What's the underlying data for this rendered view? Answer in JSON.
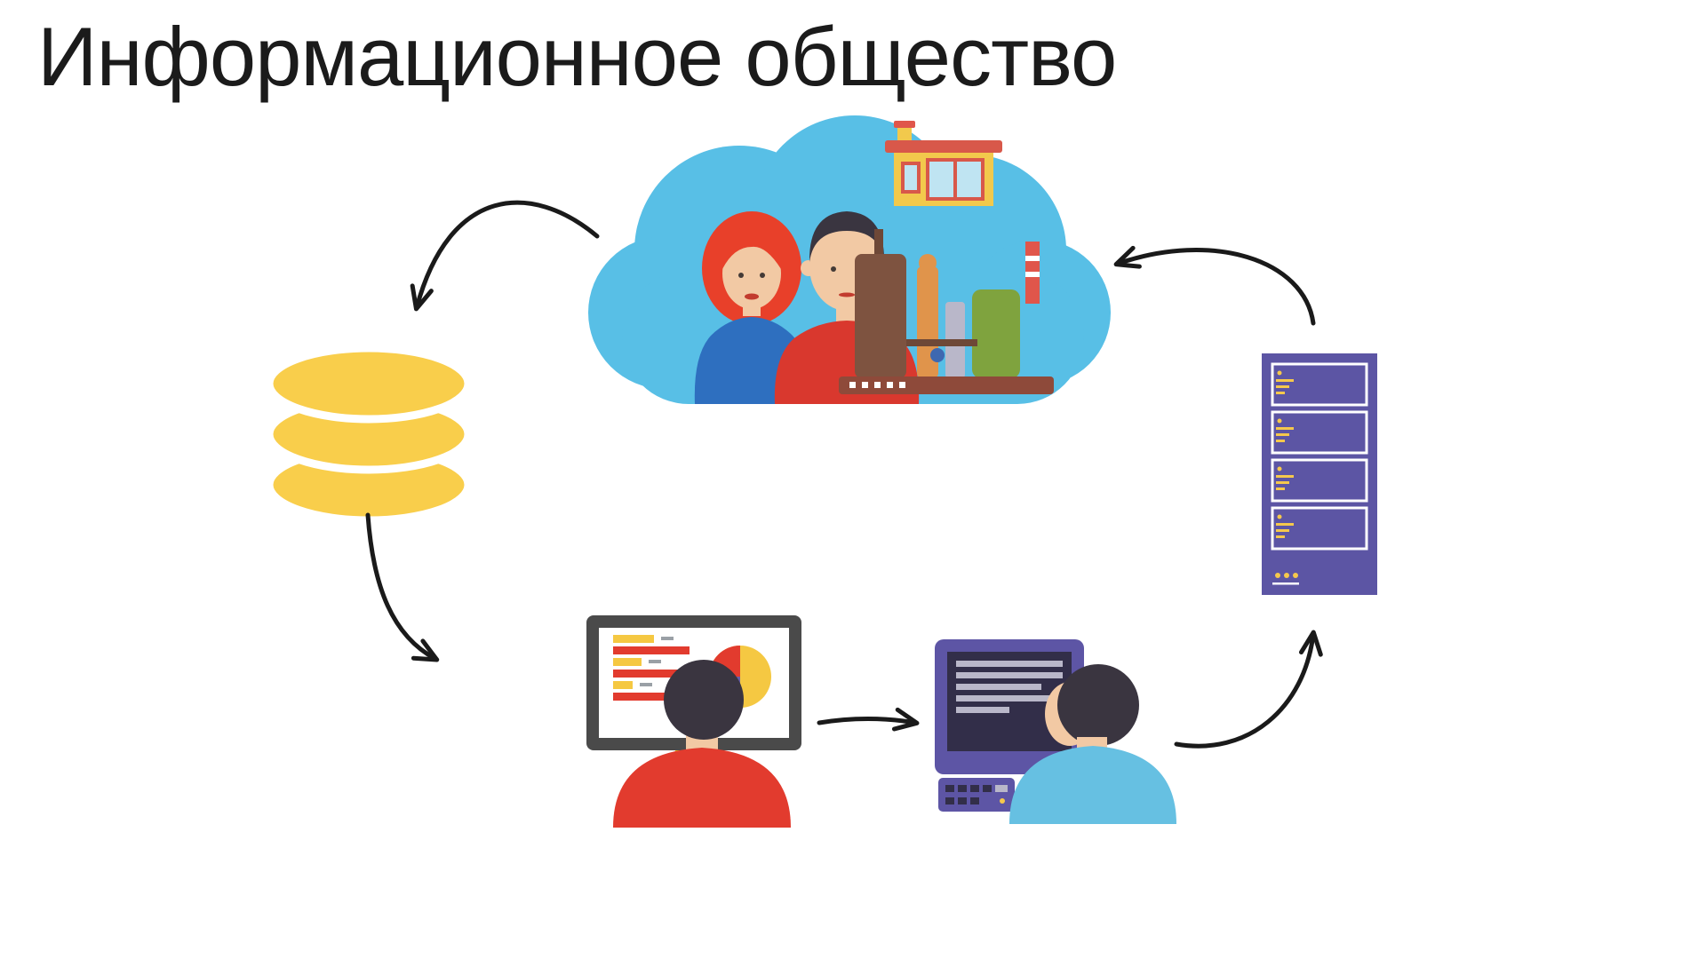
{
  "slide": {
    "title": "Информационное общество"
  },
  "diagram": {
    "type": "cycle",
    "nodes": [
      {
        "id": "society-cloud",
        "icon": "society-cloud-icon"
      },
      {
        "id": "database",
        "icon": "database-icon"
      },
      {
        "id": "analyst-workstation",
        "icon": "analyst-monitor-icon"
      },
      {
        "id": "operator-terminal",
        "icon": "operator-terminal-icon"
      },
      {
        "id": "server-rack",
        "icon": "server-rack-icon"
      }
    ],
    "edges": [
      {
        "from": "society-cloud",
        "to": "database"
      },
      {
        "from": "database",
        "to": "analyst-workstation"
      },
      {
        "from": "analyst-workstation",
        "to": "operator-terminal"
      },
      {
        "from": "operator-terminal",
        "to": "server-rack"
      },
      {
        "from": "server-rack",
        "to": "society-cloud"
      }
    ]
  },
  "colors": {
    "title_text": "#1b1b1b",
    "arrow": "#1a1a1a",
    "cloud": "#58BFE6",
    "database": "#F9CE4B",
    "server": "#5C55A4",
    "accent_yellow": "#F5C84C",
    "monitor_frame": "#4A4A4A",
    "monitor_screen": "#FFFFFF",
    "monitor_stand": "#F0C419",
    "analyst_shirt": "#E23B2E",
    "operator_shirt": "#66C0E2",
    "terminal_body": "#5D55A5",
    "terminal_screen": "#322E49",
    "terminal_text": "#B9B7C9",
    "skin": "#F2C9A4",
    "hair_dark": "#3A3540",
    "woman_hair": "#E8402A",
    "woman_top": "#2E6FBF",
    "man_top": "#D9382E",
    "factory_wall": "#F2C94C",
    "factory_roof": "#D8584A",
    "window_blue": "#BFE4F2",
    "tank_brown": "#7E5340",
    "tank_green": "#7FA33E",
    "column_orange": "#E0944B",
    "base_brown": "#8E4A3A",
    "chart_red": "#E23B2E",
    "chart_yellow": "#F5C842",
    "chart_purple": "#6A5FA8",
    "pipe_dark": "#6E4837",
    "valve_blue": "#3E68B0",
    "chimney_red": "#E0564B",
    "lips_red": "#C23B2E",
    "gray_tick": "#9AA0A6"
  }
}
